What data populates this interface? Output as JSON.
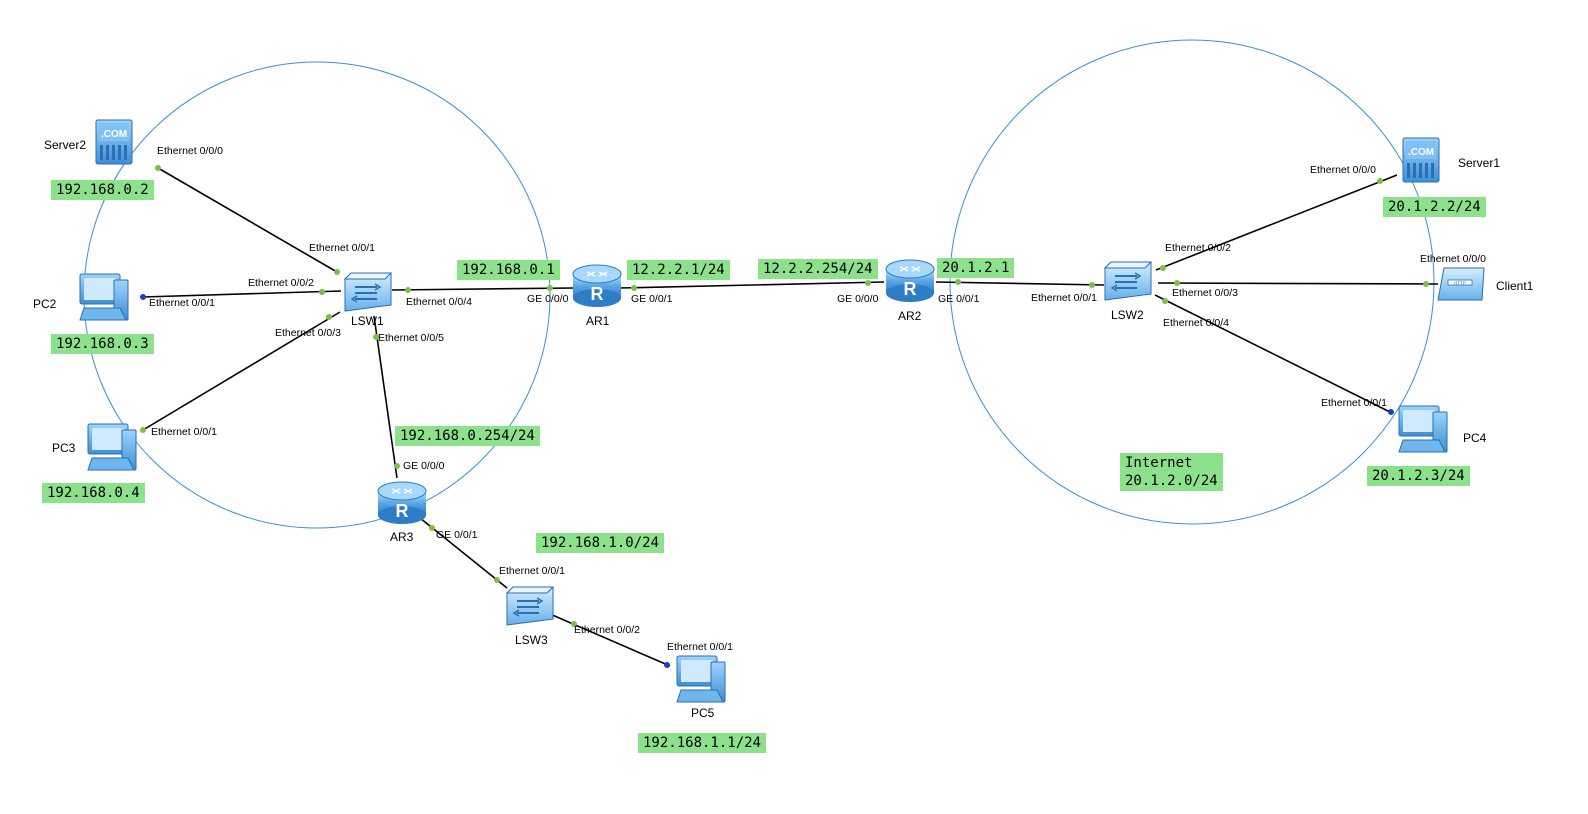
{
  "colors": {
    "area_circle": "#3a8fd8",
    "link": "#000000",
    "port_green": "#7ac143",
    "port_blue": "#1f3fbf",
    "address_tag": "#8be28b",
    "device_blue": "#4fa3e8",
    "router_blue": "#3d8fd6"
  },
  "devices": {
    "server2": {
      "label": "Server2",
      "icon": "server-icon",
      "badge": ".COM"
    },
    "pc2": {
      "label": "PC2",
      "icon": "pc-icon"
    },
    "pc3": {
      "label": "PC3",
      "icon": "pc-icon"
    },
    "lsw1": {
      "label": "LSW1",
      "icon": "switch-icon"
    },
    "ar1": {
      "label": "AR1",
      "icon": "router-icon",
      "badge": "R"
    },
    "ar2": {
      "label": "AR2",
      "icon": "router-icon",
      "badge": "R"
    },
    "ar3": {
      "label": "AR3",
      "icon": "router-icon",
      "badge": "R"
    },
    "lsw3": {
      "label": "LSW3",
      "icon": "switch-icon"
    },
    "pc5": {
      "label": "PC5",
      "icon": "pc-icon"
    },
    "lsw2": {
      "label": "LSW2",
      "icon": "switch-icon"
    },
    "server1": {
      "label": "Server1",
      "icon": "server-icon",
      "badge": ".COM"
    },
    "client1": {
      "label": "Client1",
      "icon": "client-icon"
    },
    "pc4": {
      "label": "PC4",
      "icon": "pc-icon"
    }
  },
  "interfaces": {
    "server2_e000": "Ethernet 0/0/0",
    "lsw1_e001": "Ethernet 0/0/1",
    "lsw1_e002": "Ethernet 0/0/2",
    "pc2_e001": "Ethernet 0/0/1",
    "lsw1_e003": "Ethernet 0/0/3",
    "pc3_e001": "Ethernet 0/0/1",
    "lsw1_e004": "Ethernet 0/0/4",
    "lsw1_e005": "Ethernet 0/0/5",
    "ar1_ge000": "GE 0/0/0",
    "ar1_ge001": "GE 0/0/1",
    "ar2_ge000": "GE 0/0/0",
    "ar2_ge001": "GE 0/0/1",
    "ar3_ge000": "GE 0/0/0",
    "ar3_ge001": "GE 0/0/1",
    "lsw3_e001": "Ethernet 0/0/1",
    "lsw3_e002": "Ethernet 0/0/2",
    "pc5_e001": "Ethernet 0/0/1",
    "lsw2_e001": "Ethernet 0/0/1",
    "lsw2_e002": "Ethernet 0/0/2",
    "lsw2_e003": "Ethernet 0/0/3",
    "lsw2_e004": "Ethernet 0/0/4",
    "server1_e000": "Ethernet 0/0/0",
    "client1_e000": "Ethernet 0/0/0",
    "pc4_e001": "Ethernet 0/0/1"
  },
  "address_tags": {
    "server2": "192.168.0.2",
    "pc2": "192.168.0.3",
    "pc3": "192.168.0.4",
    "ar1_lan": "192.168.0.1",
    "ar1_wan": "12.2.2.1/24",
    "ar2_wan": "12.2.2.254/24",
    "ar2_lan": "20.1.2.1",
    "ar3_lan0": "192.168.0.254/24",
    "ar3_net1": "192.168.1.0/24",
    "pc5": "192.168.1.1/24",
    "server1": "20.1.2.2/24",
    "pc4": "20.1.2.3/24",
    "internet": "Internet\n20.1.2.0/24"
  }
}
